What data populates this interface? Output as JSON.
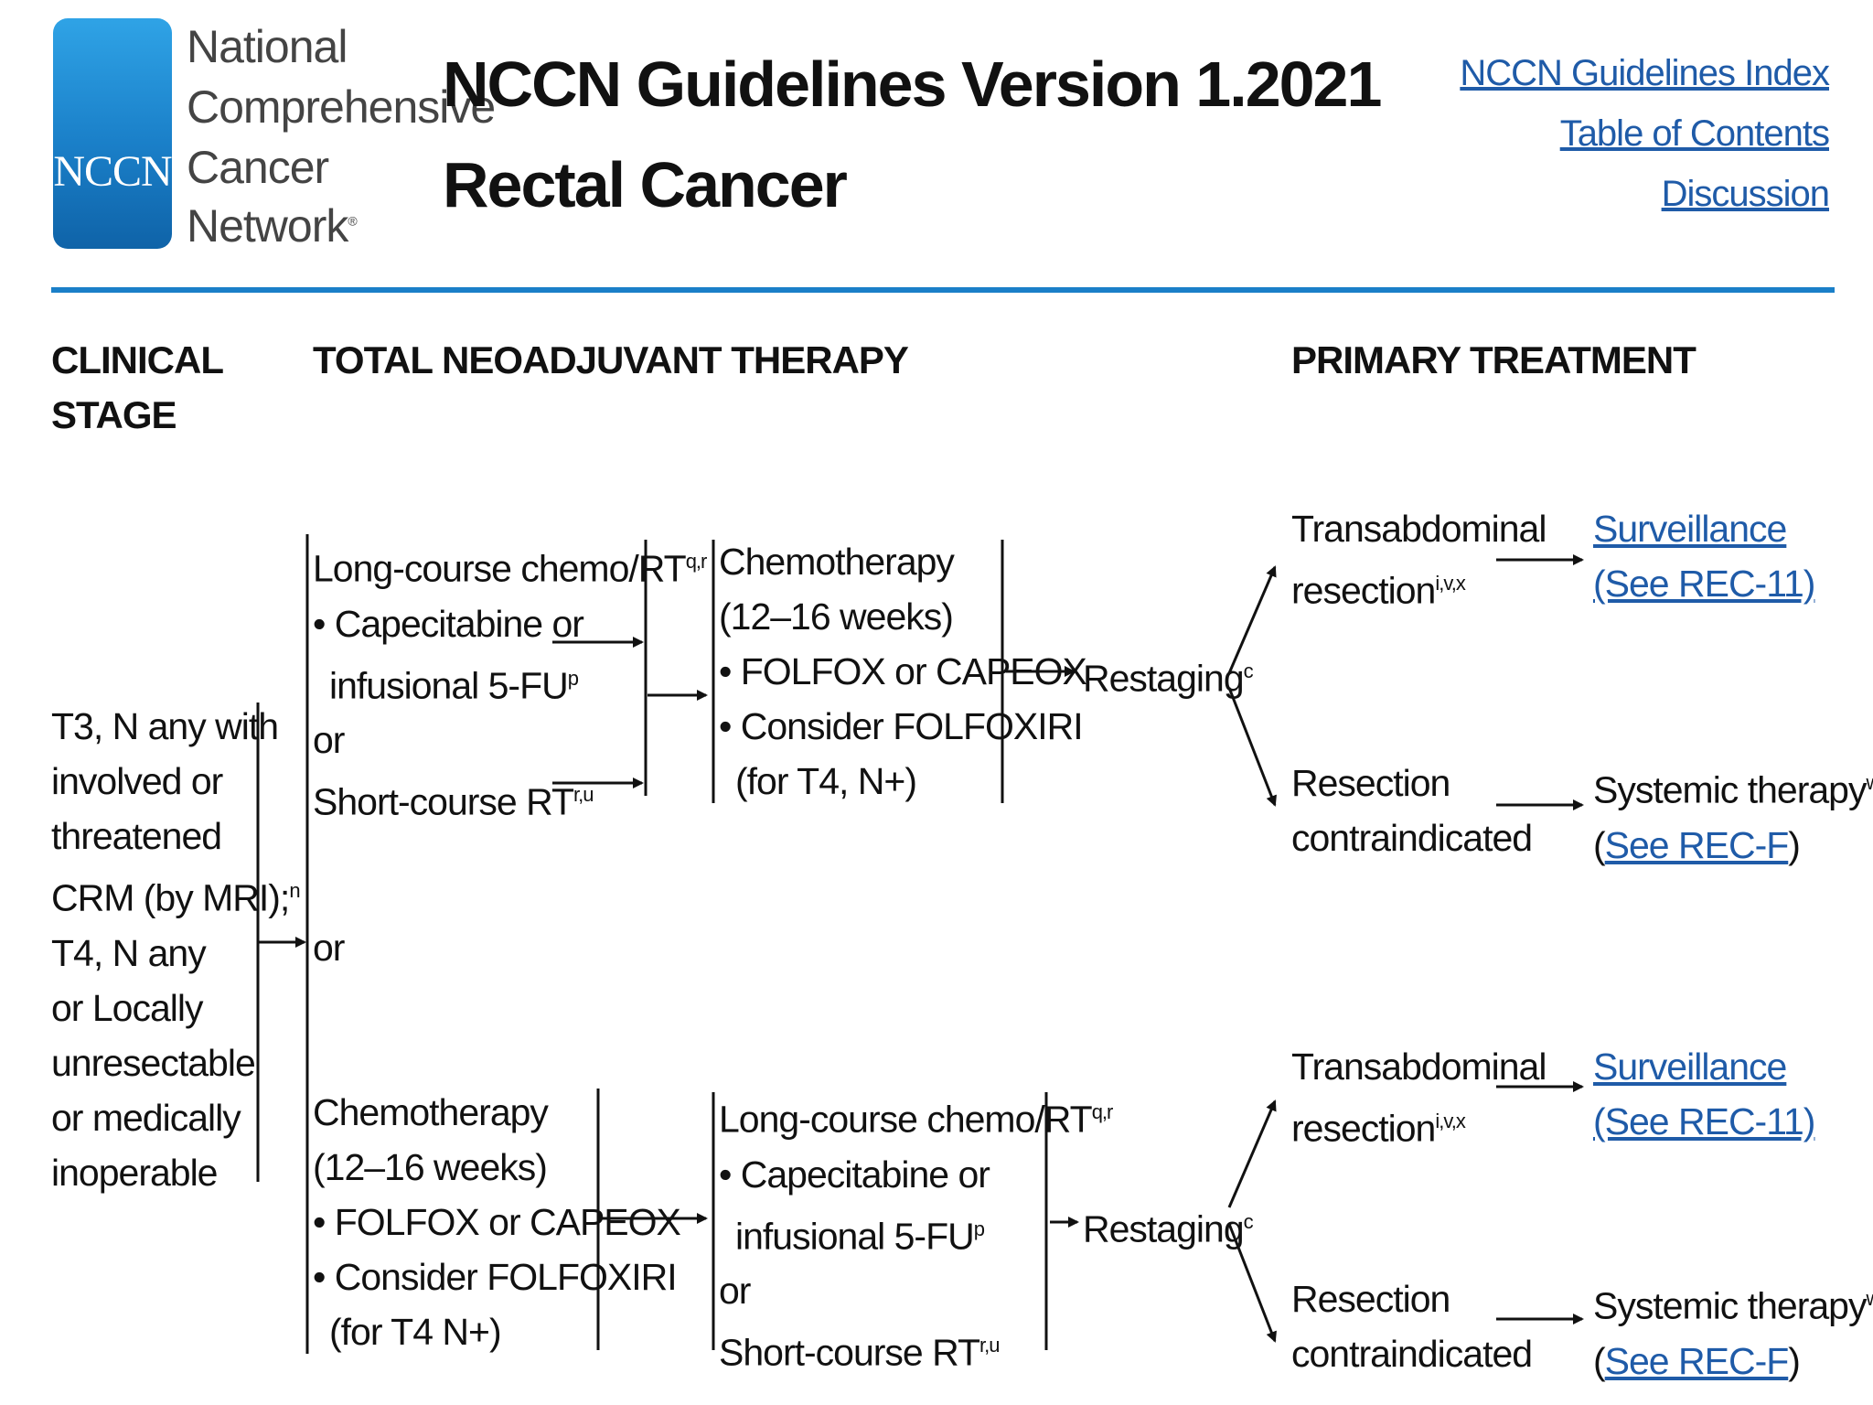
{
  "logo": {
    "text": "NCCN",
    "org_lines": [
      "National",
      "Comprehensive",
      "Cancer",
      "Network"
    ],
    "reg_mark": "®",
    "color": "#1a7fc8"
  },
  "title": {
    "line1": "NCCN Guidelines Version 1.2021",
    "line2": "Rectal Cancer"
  },
  "links": {
    "index": "NCCN Guidelines Index",
    "toc": "Table of Contents",
    "discussion": "Discussion"
  },
  "headers": {
    "clinical_stage_1": "CLINICAL",
    "clinical_stage_2": "STAGE",
    "tnt": "TOTAL NEOADJUVANT THERAPY",
    "primary": "PRIMARY TREATMENT"
  },
  "stage": {
    "lines": [
      "T3, N any with",
      "involved or",
      "threatened",
      "CRM (by MRI);",
      "T4, N any",
      "or Locally",
      "unresectable",
      "or medically",
      "inoperable"
    ],
    "crm_sup": "n"
  },
  "or_middle": "or",
  "top": {
    "chemort_title": "Long-course chemo/RT",
    "chemort_sup": "q,r",
    "cape_1": "• Capecitabine or",
    "cape_2": "infusional 5-FU",
    "cape_sup": "p",
    "or": "or",
    "short": "Short-course RT",
    "short_sup": "r,u",
    "chemo_title": "Chemotherapy",
    "chemo_weeks": "(12–16 weeks)",
    "folfox": "• FOLFOX or CAPEOX",
    "folfoxiri": "• Consider FOLFOXIRI",
    "t4": "(for T4, N+)"
  },
  "bottom": {
    "chemo_title": "Chemotherapy",
    "chemo_weeks": "(12–16 weeks)",
    "folfox": "• FOLFOX or CAPEOX",
    "folfoxiri": "• Consider FOLFOXIRI",
    "t4": "(for T4 N+)",
    "chemort_title": "Long-course chemo/RT",
    "chemort_sup": "q,r",
    "cape_1": "• Capecitabine or",
    "cape_2": "infusional 5-FU",
    "cape_sup": "p",
    "or": "or",
    "short": "Short-course RT",
    "short_sup": "r,u"
  },
  "restaging": {
    "label": "Restaging",
    "sup": "c"
  },
  "outcomes": {
    "trans_1": "Transabdominal",
    "trans_2": "resection",
    "trans_sup": "i,v,x",
    "resect_1": "Resection",
    "resect_2": "contraindicated",
    "surveillance": "Surveillance",
    "see_rec11": "(See REC-11)",
    "systemic": "Systemic therapy",
    "systemic_sup": "w",
    "paren_open": "(",
    "see_recf": "See REC-F",
    "paren_close": ")"
  }
}
